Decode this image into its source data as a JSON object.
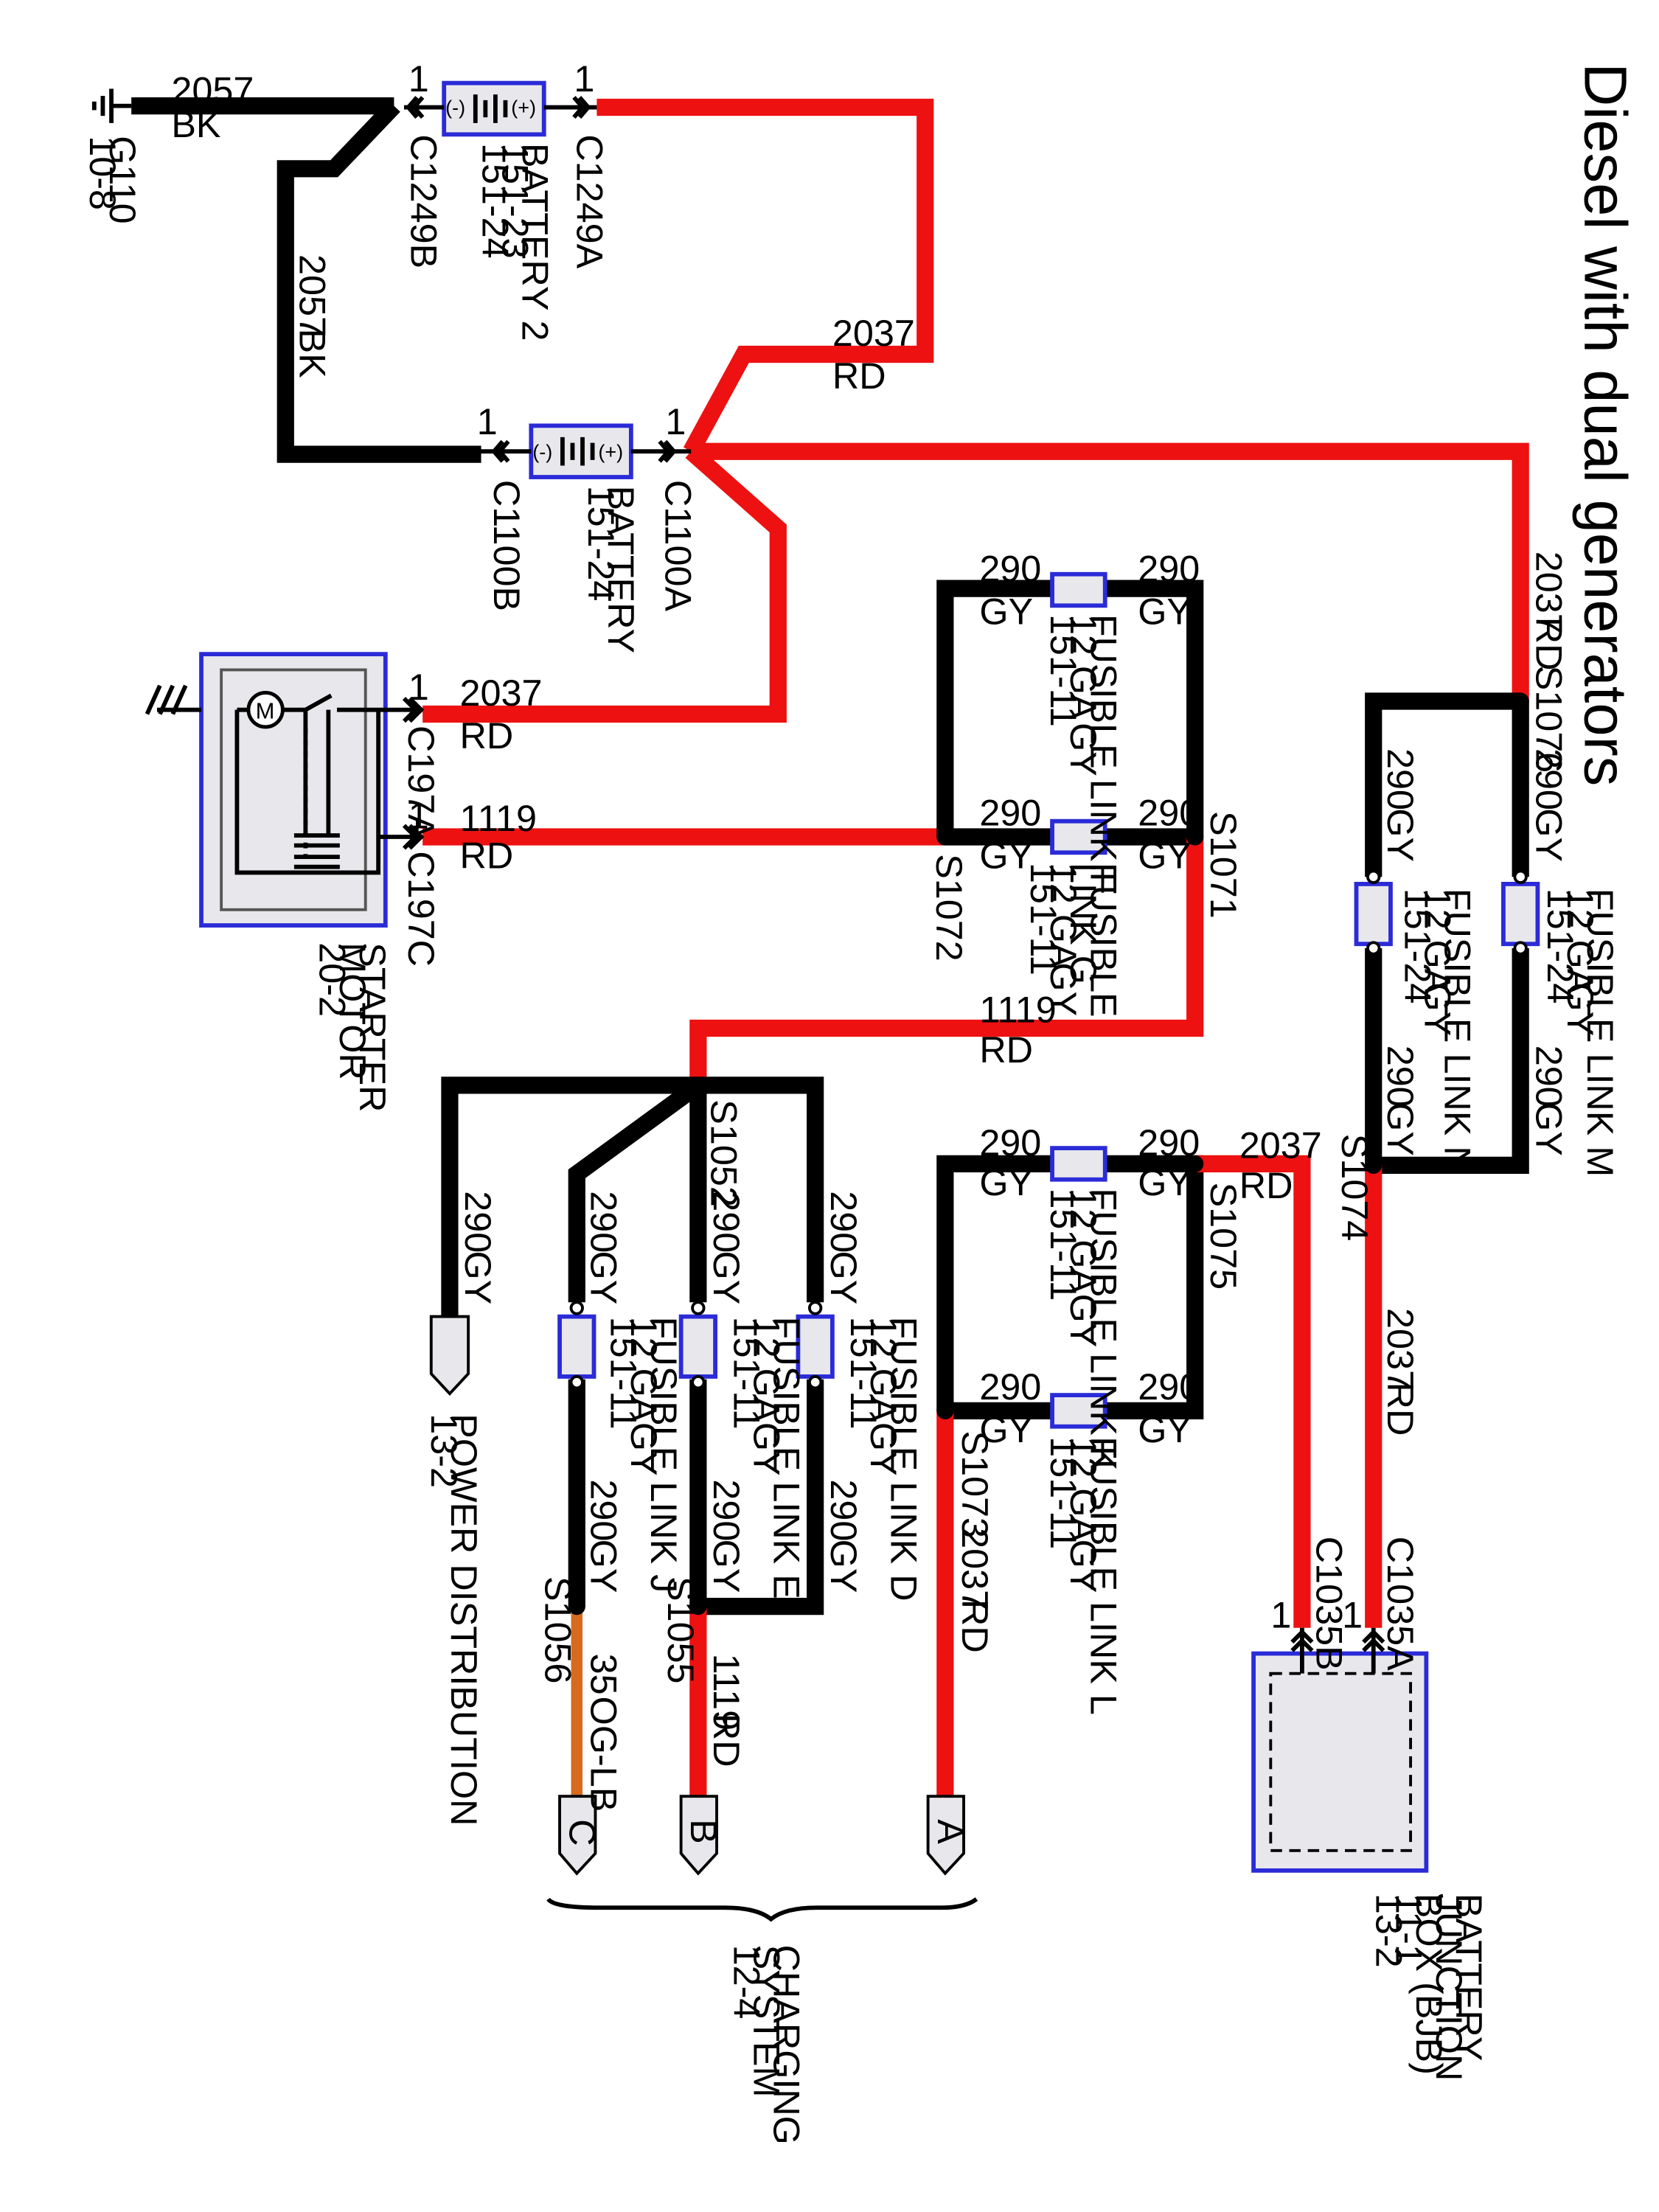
{
  "title": "Diesel with dual generators",
  "ground": {
    "id": "G110",
    "page": "10-8"
  },
  "batteries": [
    {
      "name": "BATTERY 2",
      "refs": [
        "151-23",
        "151-24"
      ],
      "conn_neg": "C1249B",
      "conn_pos": "C1249A"
    },
    {
      "name": "BATTERY",
      "refs": [
        "151-24"
      ],
      "conn_neg": "C1100B",
      "conn_pos": "C1100A"
    }
  ],
  "starter": {
    "name": "STARTER",
    "name2": "MOTOR",
    "page": "20-2",
    "conn_a": "C197A",
    "conn_c": "C197C"
  },
  "bjb": {
    "name": "BATTERY",
    "name2": "JUNCTION",
    "name3": "BOX (BJB)",
    "page1": "11-1",
    "page2": "13-2",
    "conn_a": "C1035A",
    "conn_b": "C1035B"
  },
  "splices": [
    "S1076",
    "S1074",
    "S1071",
    "S1072",
    "S1075",
    "S1073",
    "S1052",
    "S1055",
    "S1056"
  ],
  "fusible_links": [
    {
      "id": "M",
      "name": "FUSIBLE LINK M",
      "gauge": "12 GA",
      "ref": "151-24",
      "color": "GY"
    },
    {
      "id": "N",
      "name": "FUSIBLE LINK N",
      "gauge": "12 GA",
      "ref": "151-24",
      "color": "GY"
    },
    {
      "id": "F",
      "name": "FUSIBLE LINK F",
      "gauge": "12 GA",
      "ref": "151-11",
      "color": "GY"
    },
    {
      "id": "G",
      "name": "FUSIBLE",
      "name2": "LINK G",
      "gauge": "12 GA",
      "ref": "151-11",
      "color": "GY"
    },
    {
      "id": "K",
      "name": "FUSIBLE LINK K",
      "gauge": "12 GA",
      "ref": "151-11",
      "color": "GY"
    },
    {
      "id": "L",
      "name": "FUSIBLE LINK L",
      "gauge": "12 GA",
      "ref": "151-11",
      "color": "GY"
    },
    {
      "id": "D",
      "name": "FUSIBLE LINK D",
      "gauge": "12 GA",
      "ref": "151-11",
      "color": "GY"
    },
    {
      "id": "E",
      "name": "FUSIBLE LINK E",
      "gauge": "12 GA",
      "ref": "151-11",
      "color": "GY"
    },
    {
      "id": "J",
      "name": "FUSIBLE LINK J",
      "gauge": "12 GA",
      "ref": "151-11",
      "color": "GY"
    }
  ],
  "circuits": {
    "c2057": "2057",
    "bk": "BK",
    "c2037": "2037",
    "rd": "RD",
    "c1119": "1119",
    "c290": "290",
    "gy": "GY",
    "c35": "35",
    "oglb": "OG-LB"
  },
  "pin": "1",
  "battery_neg": "(-)",
  "battery_pos": "(+)",
  "motor_symbol": "M",
  "power_distribution": {
    "name": "POWER DISTRIBUTION",
    "page": "13-2"
  },
  "charging_system": {
    "name": "CHARGING",
    "name2": "SYSTEM",
    "page": "12-4",
    "connectors": [
      "A",
      "B",
      "C"
    ]
  },
  "colors": {
    "rd": "#ee1111",
    "bk": "#000000",
    "og": "#d86a1e",
    "component_border": "#2b2bd8"
  }
}
